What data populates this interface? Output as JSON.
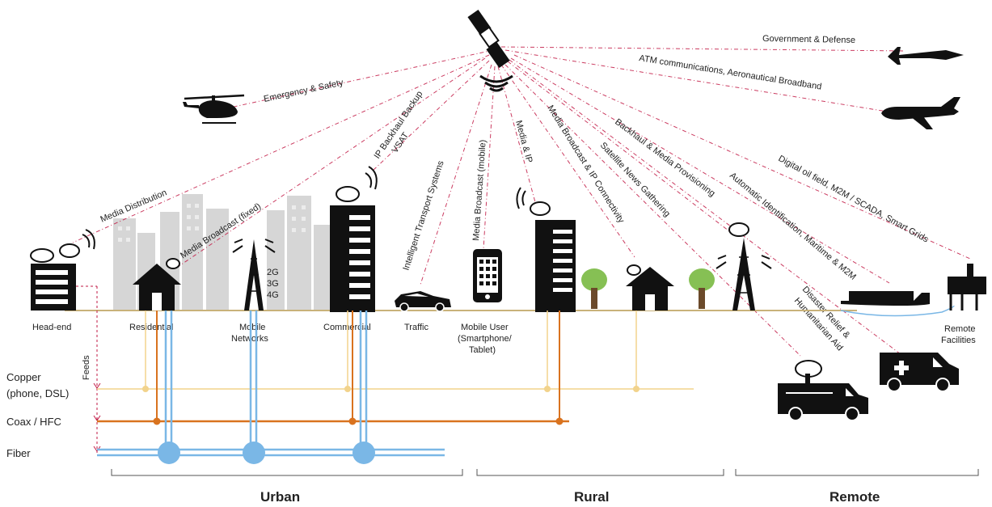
{
  "links": {
    "government": "Government  & Defense",
    "atm": "ATM communications, Aeronautical Broadband",
    "emergency": "Emergency & Safety",
    "ip_backhaul": "IP Backhaul Backup",
    "vsat": "VSAT",
    "media_distribution": "Media Distribution",
    "media_broadcast_fixed": "Media Broadcast (fixed)",
    "its": "Intelligent Transport Systems",
    "media_broadcast_mobile": "Media Broadcast (mobile)",
    "media_ip": "Media & IP",
    "media_broadcast_ip": "Media Broadcast & IP Connectivity",
    "sng": "Satellite News Gathering",
    "backhaul_media": "Backhaul & Media Provisioning",
    "ais": "Automatic Identification, Maritime & M2M",
    "oil": "Digital oil field, M2M / SCADA, Smart Grids",
    "disaster_1": "Disaster Relief &",
    "disaster_2": "Humanitarian Aid"
  },
  "sites": {
    "headend": "Head-end",
    "residential": "Residential",
    "mobile_1": "Mobile",
    "mobile_2": "Networks",
    "gen_2g": "2G",
    "gen_3g": "3G",
    "gen_4g": "4G",
    "commercial": "Commercial",
    "traffic": "Traffic",
    "mobile_user_1": "Mobile User",
    "mobile_user_2": "(Smartphone/",
    "mobile_user_3": "Tablet)",
    "remote_1": "Remote",
    "remote_2": "Facilities"
  },
  "networks": {
    "feeds": "Feeds",
    "copper_1": "Copper",
    "copper_2": "(phone, DSL)",
    "coax": "Coax / HFC",
    "fiber": "Fiber"
  },
  "regions": {
    "urban": "Urban",
    "rural": "Rural",
    "remote": "Remote"
  },
  "colors": {
    "link": "#c21a45",
    "copper": "#f2d38c",
    "coax": "#d9731f",
    "fiber": "#7ab7e6",
    "ground": "#c9b27a"
  }
}
